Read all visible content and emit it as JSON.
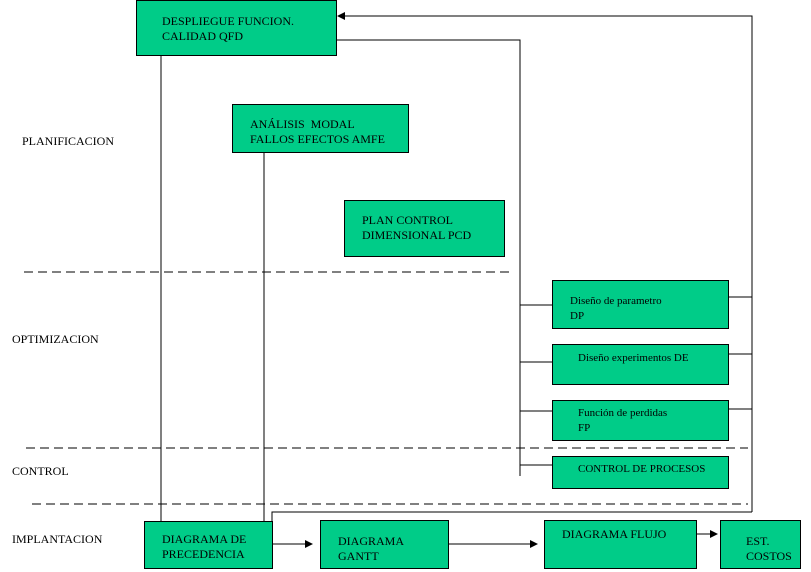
{
  "colors": {
    "box_fill": "#00cc88",
    "line": "#000000",
    "background": "#ffffff"
  },
  "phases": {
    "planificacion": "PLANIFICACION",
    "optimizacion": "OPTIMIZACION",
    "control": "CONTROL",
    "implantacion": "IMPLANTACION"
  },
  "boxes": {
    "qfd": {
      "line1": "DESPLIEGUE FUNCION.",
      "line2": "CALIDAD QFD"
    },
    "amfe": {
      "line1": "ANÁLISIS  MODAL",
      "line2": "FALLOS EFECTOS AMFE"
    },
    "pcd": {
      "line1": "PLAN CONTROL",
      "line2": "DIMENSIONAL PCD"
    },
    "dp": {
      "line1": "Diseño de parametro",
      "line2": "DP"
    },
    "de": {
      "line1": "Diseño experimentos DE"
    },
    "fp": {
      "line1": "Función de perdidas",
      "line2": "FP"
    },
    "control_procesos": {
      "line1": "CONTROL DE PROCESOS"
    },
    "precedencia": {
      "line1": "DIAGRAMA DE",
      "line2": "PRECEDENCIA"
    },
    "gantt": {
      "line1": "DIAGRAMA",
      "line2": "GANTT"
    },
    "flujo": {
      "line1": "DIAGRAMA FLUJO"
    },
    "costos": {
      "line1": "EST.",
      "line2": "COSTOS"
    }
  }
}
